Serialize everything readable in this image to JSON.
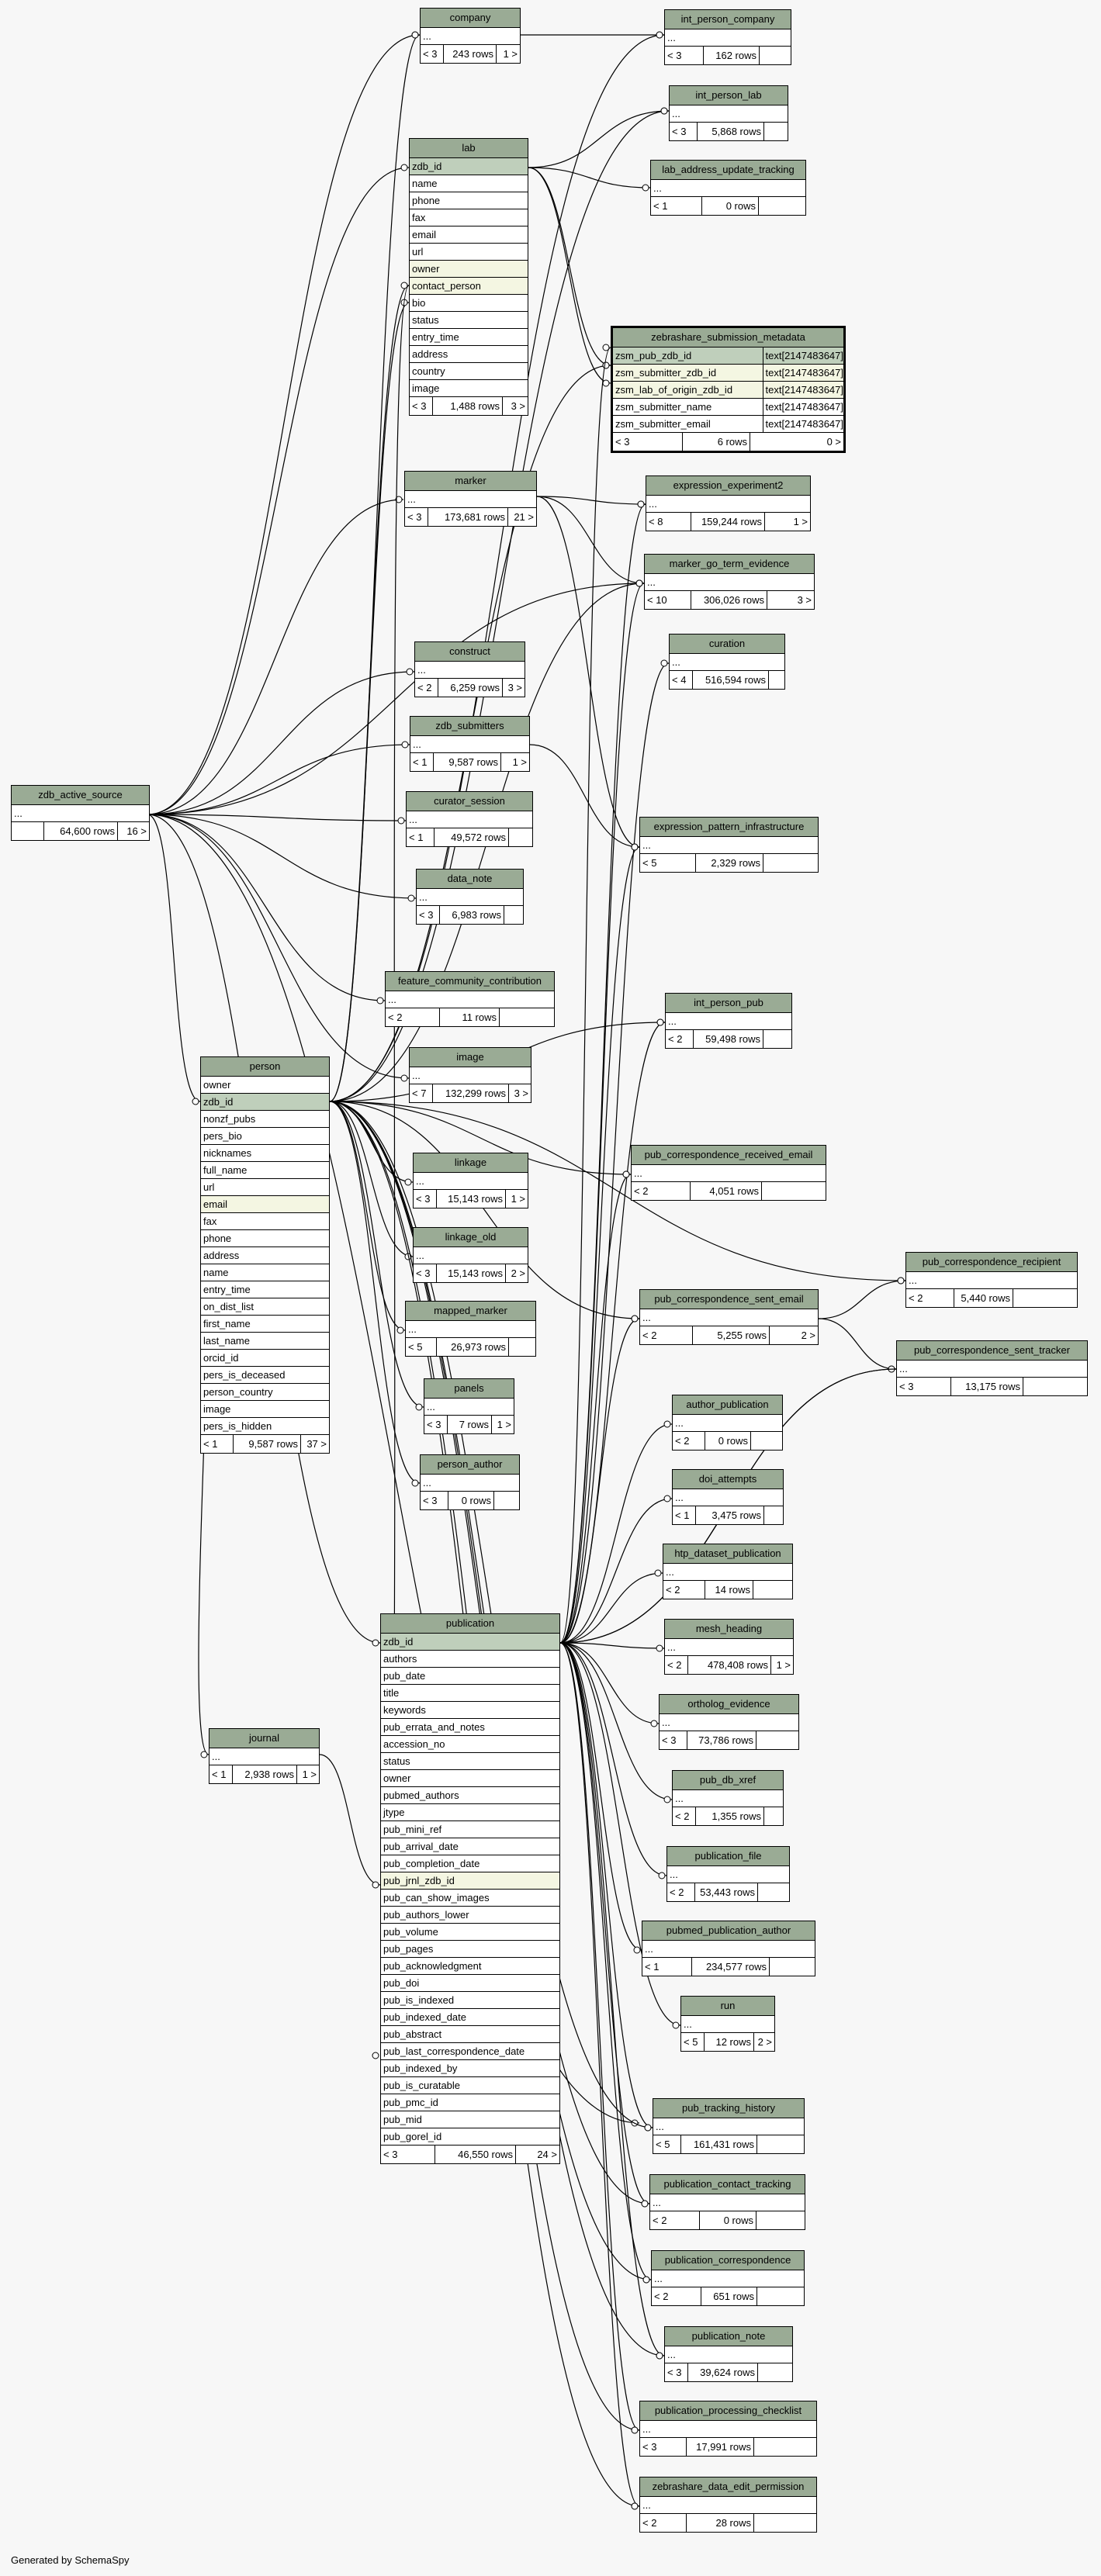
{
  "generated_by": "Generated by SchemaSpy",
  "tables": {
    "company": {
      "name": "company",
      "columns": [
        {
          "name": "..."
        }
      ],
      "footer": {
        "parents": "< 3",
        "rows": "243 rows",
        "children": "1 >"
      }
    },
    "int_person_company": {
      "name": "int_person_company",
      "columns": [
        {
          "name": "..."
        }
      ],
      "footer": {
        "parents": "< 3",
        "rows": "162 rows",
        "children": ""
      }
    },
    "int_person_lab": {
      "name": "int_person_lab",
      "columns": [
        {
          "name": "..."
        }
      ],
      "footer": {
        "parents": "< 3",
        "rows": "5,868 rows",
        "children": ""
      }
    },
    "lab_address_update_tracking": {
      "name": "lab_address_update_tracking",
      "columns": [
        {
          "name": "..."
        }
      ],
      "footer": {
        "parents": "< 1",
        "rows": "0 rows",
        "children": ""
      }
    },
    "lab": {
      "name": "lab",
      "columns": [
        {
          "name": "zdb_id",
          "kind": "pk"
        },
        {
          "name": "name"
        },
        {
          "name": "phone"
        },
        {
          "name": "fax"
        },
        {
          "name": "email"
        },
        {
          "name": "url"
        },
        {
          "name": "owner",
          "kind": "fk"
        },
        {
          "name": "contact_person",
          "kind": "fk"
        },
        {
          "name": "bio"
        },
        {
          "name": "status"
        },
        {
          "name": "entry_time"
        },
        {
          "name": "address"
        },
        {
          "name": "country"
        },
        {
          "name": "image"
        }
      ],
      "footer": {
        "parents": "< 3",
        "rows": "1,488 rows",
        "children": "3 >"
      }
    },
    "zebrashare_submission_metadata": {
      "name": "zebrashare_submission_metadata",
      "columns": [
        {
          "name": "zsm_pub_zdb_id",
          "type": "text[2147483647]",
          "kind": "pk"
        },
        {
          "name": "zsm_submitter_zdb_id",
          "type": "text[2147483647]",
          "kind": "fk"
        },
        {
          "name": "zsm_lab_of_origin_zdb_id",
          "type": "text[2147483647]",
          "kind": "fk"
        },
        {
          "name": "zsm_submitter_name",
          "type": "text[2147483647]"
        },
        {
          "name": "zsm_submitter_email",
          "type": "text[2147483647]"
        }
      ],
      "footer": {
        "parents": "< 3",
        "rows": "6 rows",
        "children": "0 >"
      }
    },
    "marker": {
      "name": "marker",
      "columns": [
        {
          "name": "..."
        }
      ],
      "footer": {
        "parents": "< 3",
        "rows": "173,681 rows",
        "children": "21 >"
      }
    },
    "expression_experiment2": {
      "name": "expression_experiment2",
      "columns": [
        {
          "name": "..."
        }
      ],
      "footer": {
        "parents": "< 8",
        "rows": "159,244 rows",
        "children": "1 >"
      }
    },
    "marker_go_term_evidence": {
      "name": "marker_go_term_evidence",
      "columns": [
        {
          "name": "..."
        }
      ],
      "footer": {
        "parents": "< 10",
        "rows": "306,026 rows",
        "children": "3 >"
      }
    },
    "construct": {
      "name": "construct",
      "columns": [
        {
          "name": "..."
        }
      ],
      "footer": {
        "parents": "< 2",
        "rows": "6,259 rows",
        "children": "3 >"
      }
    },
    "curation": {
      "name": "curation",
      "columns": [
        {
          "name": "..."
        }
      ],
      "footer": {
        "parents": "< 4",
        "rows": "516,594 rows",
        "children": ""
      }
    },
    "zdb_submitters": {
      "name": "zdb_submitters",
      "columns": [
        {
          "name": "..."
        }
      ],
      "footer": {
        "parents": "< 1",
        "rows": "9,587 rows",
        "children": "1 >"
      }
    },
    "curator_session": {
      "name": "curator_session",
      "columns": [
        {
          "name": "..."
        }
      ],
      "footer": {
        "parents": "< 1",
        "rows": "49,572 rows",
        "children": ""
      }
    },
    "zdb_active_source": {
      "name": "zdb_active_source",
      "columns": [
        {
          "name": "..."
        }
      ],
      "footer": {
        "parents": "",
        "rows": "64,600 rows",
        "children": "16 >"
      }
    },
    "expression_pattern_infrastructure": {
      "name": "expression_pattern_infrastructure",
      "columns": [
        {
          "name": "..."
        }
      ],
      "footer": {
        "parents": "< 5",
        "rows": "2,329 rows",
        "children": ""
      }
    },
    "data_note": {
      "name": "data_note",
      "columns": [
        {
          "name": "..."
        }
      ],
      "footer": {
        "parents": "< 3",
        "rows": "6,983 rows",
        "children": ""
      }
    },
    "feature_community_contribution": {
      "name": "feature_community_contribution",
      "columns": [
        {
          "name": "..."
        }
      ],
      "footer": {
        "parents": "< 2",
        "rows": "11 rows",
        "children": ""
      }
    },
    "int_person_pub": {
      "name": "int_person_pub",
      "columns": [
        {
          "name": "..."
        }
      ],
      "footer": {
        "parents": "< 2",
        "rows": "59,498 rows",
        "children": ""
      }
    },
    "image": {
      "name": "image",
      "columns": [
        {
          "name": "..."
        }
      ],
      "footer": {
        "parents": "< 7",
        "rows": "132,299 rows",
        "children": "3 >"
      }
    },
    "person": {
      "name": "person",
      "columns": [
        {
          "name": "owner"
        },
        {
          "name": "zdb_id",
          "kind": "pk"
        },
        {
          "name": "nonzf_pubs"
        },
        {
          "name": "pers_bio"
        },
        {
          "name": "nicknames"
        },
        {
          "name": "full_name"
        },
        {
          "name": "url"
        },
        {
          "name": "email",
          "kind": "fk"
        },
        {
          "name": "fax"
        },
        {
          "name": "phone"
        },
        {
          "name": "address"
        },
        {
          "name": "name"
        },
        {
          "name": "entry_time"
        },
        {
          "name": "on_dist_list"
        },
        {
          "name": "first_name"
        },
        {
          "name": "last_name"
        },
        {
          "name": "orcid_id"
        },
        {
          "name": "pers_is_deceased"
        },
        {
          "name": "person_country"
        },
        {
          "name": "image"
        },
        {
          "name": "pers_is_hidden"
        }
      ],
      "footer": {
        "parents": "< 1",
        "rows": "9,587 rows",
        "children": "37 >"
      }
    },
    "pub_correspondence_received_email": {
      "name": "pub_correspondence_received_email",
      "columns": [
        {
          "name": "..."
        }
      ],
      "footer": {
        "parents": "< 2",
        "rows": "4,051 rows",
        "children": ""
      }
    },
    "linkage": {
      "name": "linkage",
      "columns": [
        {
          "name": "..."
        }
      ],
      "footer": {
        "parents": "< 3",
        "rows": "15,143 rows",
        "children": "1 >"
      }
    },
    "linkage_old": {
      "name": "linkage_old",
      "columns": [
        {
          "name": "..."
        }
      ],
      "footer": {
        "parents": "< 3",
        "rows": "15,143 rows",
        "children": "2 >"
      }
    },
    "pub_correspondence_recipient": {
      "name": "pub_correspondence_recipient",
      "columns": [
        {
          "name": "..."
        }
      ],
      "footer": {
        "parents": "< 2",
        "rows": "5,440 rows",
        "children": ""
      }
    },
    "pub_correspondence_sent_email": {
      "name": "pub_correspondence_sent_email",
      "columns": [
        {
          "name": "..."
        }
      ],
      "footer": {
        "parents": "< 2",
        "rows": "5,255 rows",
        "children": "2 >"
      }
    },
    "mapped_marker": {
      "name": "mapped_marker",
      "columns": [
        {
          "name": "..."
        }
      ],
      "footer": {
        "parents": "< 5",
        "rows": "26,973 rows",
        "children": ""
      }
    },
    "pub_correspondence_sent_tracker": {
      "name": "pub_correspondence_sent_tracker",
      "columns": [
        {
          "name": "..."
        }
      ],
      "footer": {
        "parents": "< 3",
        "rows": "13,175 rows",
        "children": ""
      }
    },
    "panels": {
      "name": "panels",
      "columns": [
        {
          "name": "..."
        }
      ],
      "footer": {
        "parents": "< 3",
        "rows": "7 rows",
        "children": "1 >"
      }
    },
    "author_publication": {
      "name": "author_publication",
      "columns": [
        {
          "name": "..."
        }
      ],
      "footer": {
        "parents": "< 2",
        "rows": "0 rows",
        "children": ""
      }
    },
    "person_author": {
      "name": "person_author",
      "columns": [
        {
          "name": "..."
        }
      ],
      "footer": {
        "parents": "< 3",
        "rows": "0 rows",
        "children": ""
      }
    },
    "doi_attempts": {
      "name": "doi_attempts",
      "columns": [
        {
          "name": "..."
        }
      ],
      "footer": {
        "parents": "< 1",
        "rows": "3,475 rows",
        "children": ""
      }
    },
    "htp_dataset_publication": {
      "name": "htp_dataset_publication",
      "columns": [
        {
          "name": "..."
        }
      ],
      "footer": {
        "parents": "< 2",
        "rows": "14 rows",
        "children": ""
      }
    },
    "publication": {
      "name": "publication",
      "columns": [
        {
          "name": "zdb_id",
          "kind": "pk"
        },
        {
          "name": "authors"
        },
        {
          "name": "pub_date"
        },
        {
          "name": "title"
        },
        {
          "name": "keywords"
        },
        {
          "name": "pub_errata_and_notes"
        },
        {
          "name": "accession_no"
        },
        {
          "name": "status"
        },
        {
          "name": "owner"
        },
        {
          "name": "pubmed_authors"
        },
        {
          "name": "jtype"
        },
        {
          "name": "pub_mini_ref"
        },
        {
          "name": "pub_arrival_date"
        },
        {
          "name": "pub_completion_date"
        },
        {
          "name": "pub_jrnl_zdb_id",
          "kind": "fk"
        },
        {
          "name": "pub_can_show_images"
        },
        {
          "name": "pub_authors_lower"
        },
        {
          "name": "pub_volume"
        },
        {
          "name": "pub_pages"
        },
        {
          "name": "pub_acknowledgment"
        },
        {
          "name": "pub_doi"
        },
        {
          "name": "pub_is_indexed"
        },
        {
          "name": "pub_indexed_date"
        },
        {
          "name": "pub_abstract"
        },
        {
          "name": "pub_last_correspondence_date"
        },
        {
          "name": "pub_indexed_by"
        },
        {
          "name": "pub_is_curatable"
        },
        {
          "name": "pub_pmc_id"
        },
        {
          "name": "pub_mid"
        },
        {
          "name": "pub_gorel_id"
        }
      ],
      "footer": {
        "parents": "< 3",
        "rows": "46,550 rows",
        "children": "24 >"
      }
    },
    "mesh_heading": {
      "name": "mesh_heading",
      "columns": [
        {
          "name": "..."
        }
      ],
      "footer": {
        "parents": "< 2",
        "rows": "478,408 rows",
        "children": "1 >"
      }
    },
    "journal": {
      "name": "journal",
      "columns": [
        {
          "name": "..."
        }
      ],
      "footer": {
        "parents": "< 1",
        "rows": "2,938 rows",
        "children": "1 >"
      }
    },
    "ortholog_evidence": {
      "name": "ortholog_evidence",
      "columns": [
        {
          "name": "..."
        }
      ],
      "footer": {
        "parents": "< 3",
        "rows": "73,786 rows",
        "children": ""
      }
    },
    "pub_db_xref": {
      "name": "pub_db_xref",
      "columns": [
        {
          "name": "..."
        }
      ],
      "footer": {
        "parents": "< 2",
        "rows": "1,355 rows",
        "children": ""
      }
    },
    "publication_file": {
      "name": "publication_file",
      "columns": [
        {
          "name": "..."
        }
      ],
      "footer": {
        "parents": "< 2",
        "rows": "53,443 rows",
        "children": ""
      }
    },
    "pubmed_publication_author": {
      "name": "pubmed_publication_author",
      "columns": [
        {
          "name": "..."
        }
      ],
      "footer": {
        "parents": "< 1",
        "rows": "234,577 rows",
        "children": ""
      }
    },
    "run": {
      "name": "run",
      "columns": [
        {
          "name": "..."
        }
      ],
      "footer": {
        "parents": "< 5",
        "rows": "12 rows",
        "children": "2 >"
      }
    },
    "pub_tracking_history": {
      "name": "pub_tracking_history",
      "columns": [
        {
          "name": "..."
        }
      ],
      "footer": {
        "parents": "< 5",
        "rows": "161,431 rows",
        "children": ""
      }
    },
    "publication_contact_tracking": {
      "name": "publication_contact_tracking",
      "columns": [
        {
          "name": "..."
        }
      ],
      "footer": {
        "parents": "< 2",
        "rows": "0 rows",
        "children": ""
      }
    },
    "publication_correspondence": {
      "name": "publication_correspondence",
      "columns": [
        {
          "name": "..."
        }
      ],
      "footer": {
        "parents": "< 2",
        "rows": "651 rows",
        "children": ""
      }
    },
    "publication_note": {
      "name": "publication_note",
      "columns": [
        {
          "name": "..."
        }
      ],
      "footer": {
        "parents": "< 3",
        "rows": "39,624 rows",
        "children": ""
      }
    },
    "publication_processing_checklist": {
      "name": "publication_processing_checklist",
      "columns": [
        {
          "name": "..."
        }
      ],
      "footer": {
        "parents": "< 3",
        "rows": "17,991 rows",
        "children": ""
      }
    },
    "zebrashare_data_edit_permission": {
      "name": "zebrashare_data_edit_permission",
      "columns": [
        {
          "name": "..."
        }
      ],
      "footer": {
        "parents": "< 2",
        "rows": "28 rows",
        "children": ""
      }
    }
  }
}
